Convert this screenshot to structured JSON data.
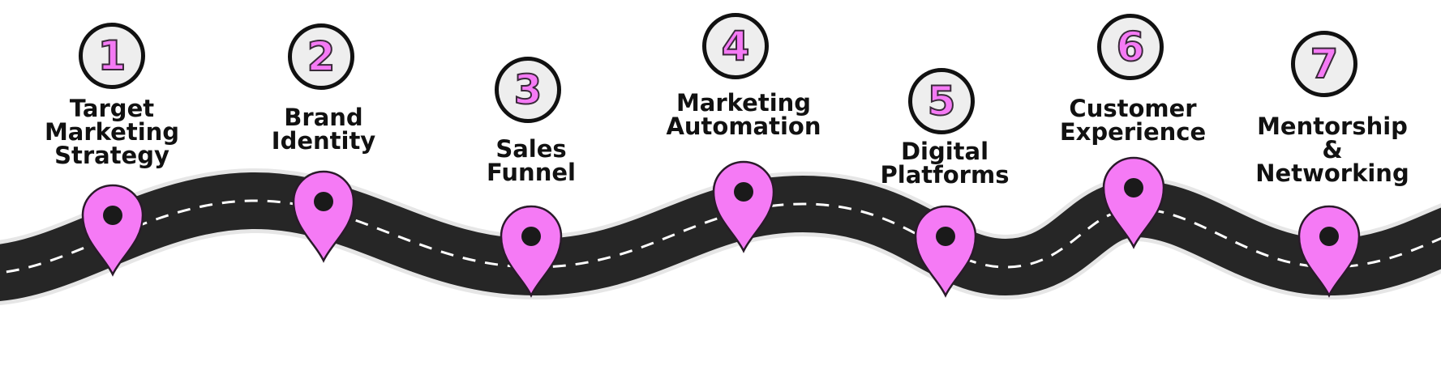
{
  "colors": {
    "pin_fill": "#f57af5",
    "pin_outline": "#2a1a2a",
    "pin_dot": "#1a1a1a",
    "badge_bg": "#eeeeee",
    "badge_border": "#111111",
    "road": "#262626",
    "road_edge": "#e6e6e6",
    "lane_dash": "#ffffff",
    "label_text": "#111111"
  },
  "steps": [
    {
      "number": "1",
      "lines": [
        "Target",
        "Marketing",
        "Strategy"
      ]
    },
    {
      "number": "2",
      "lines": [
        "Brand",
        "Identity"
      ]
    },
    {
      "number": "3",
      "lines": [
        "Sales",
        "Funnel"
      ]
    },
    {
      "number": "4",
      "lines": [
        "Marketing",
        "Automation"
      ]
    },
    {
      "number": "5",
      "lines": [
        "Digital",
        "Platforms"
      ]
    },
    {
      "number": "6",
      "lines": [
        "Customer",
        "Experience"
      ]
    },
    {
      "number": "7",
      "lines": [
        "Mentorship",
        "&",
        "Networking"
      ]
    }
  ]
}
